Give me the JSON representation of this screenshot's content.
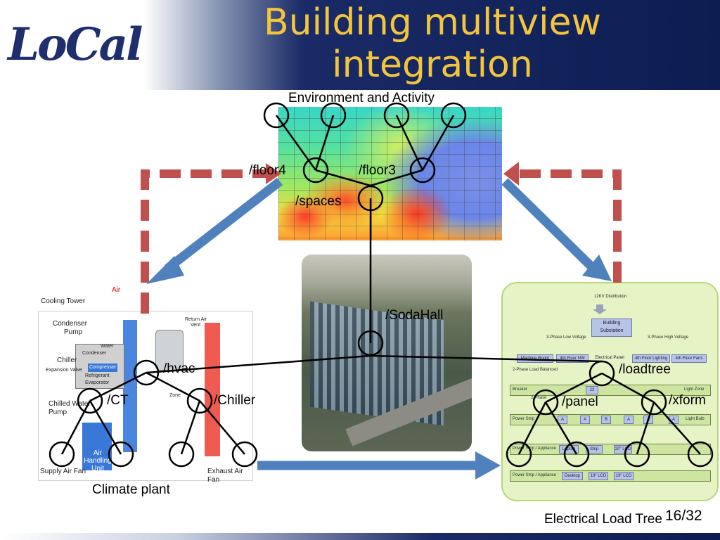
{
  "header": {
    "logo_text": "LoCal",
    "title_line1": "Building multiview",
    "title_line2": "integration",
    "title_color": "#f2c53d"
  },
  "captions": {
    "environment": "Environment and Activity",
    "climate": "Climate plant",
    "electrical": "Electrical Load Tree"
  },
  "node_labels": {
    "floor4": "/floor4",
    "floor3": "/floor3",
    "spaces": "/spaces",
    "sodahall": "/SodaHall",
    "hvac": "/hvac",
    "ct": "/CT",
    "chiller": "/Chiller",
    "loadtree": "/loadtree",
    "panel": "/panel",
    "xform": "/xform"
  },
  "climate_plant_labels": {
    "cooling_tower": "Cooling Tower",
    "air": "Air",
    "condenser_pump_1": "Condenser",
    "condenser_pump_2": "Pump",
    "chiller": "Chiller",
    "condenser": "Condenser",
    "compressor": "Compressor",
    "expansion_valve": "Expansion Valve",
    "refrigerant": "Refrigerant",
    "evaporator": "Evaporator",
    "water": "Water",
    "chilled_water_pump_1": "Chilled Water",
    "chilled_water_pump_2": "Pump",
    "return_air_1": "Return Air",
    "return_air_2": "Vent",
    "zone": "Zone",
    "ahu_1": "Air",
    "ahu_2": "Handling",
    "ahu_3": "Unit",
    "supply_fan": "Supply Air Fan",
    "exhaust_fan": "Exhaust Air Fan"
  },
  "electrical_tree_labels": {
    "distribution": "12KV Distribution",
    "substation_1": "Building",
    "substation_2": "Substation",
    "low_voltage": "3-Phase Low Voltage",
    "high_voltage": "3-Phase High Voltage",
    "machine_room": "Machine Room",
    "fourth_nw": "4th Floor NW",
    "electrical_panel": "Electrical Panel",
    "fourth_lighting": "4th Floor Lighting",
    "fourth_fans": "4th Floor Fans",
    "two_phase": "2-Phase Load Balanced",
    "breaker": "Breaker",
    "light_zone": "Light Zone",
    "two_phase_small": "2-Phase",
    "power_strip": "Power Strip",
    "light_bulb": "Light Bulb",
    "power_strip_appliance": "Power Strip / Appliance",
    "laptop": "Laptop",
    "strip": "Strip",
    "twenty_lcd": "20\" LCD",
    "desktop": "Desktop",
    "nineteen_lcd_1": "19\" LCD",
    "nineteen_lcd_2": "19\" LCD",
    "a": "A",
    "b": "B",
    "b23": "23"
  },
  "page_number": "16/32",
  "colors": {
    "feedback_arrow": "#c0504d",
    "flow_arrow": "#4f81bd",
    "header_dark": "#0d1d52"
  }
}
